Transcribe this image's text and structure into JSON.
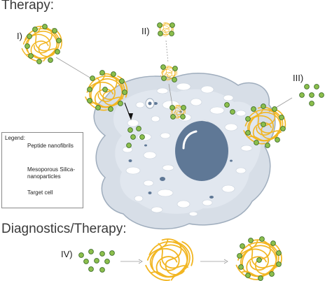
{
  "headings": {
    "therapy": "Therapy:",
    "diagnostics_therapy": "Diagnostics/Therapy:"
  },
  "labels": {
    "one": "I)",
    "two": "II)",
    "three": "III)",
    "four": "IV)"
  },
  "legend": {
    "title": "Legend:",
    "items": [
      {
        "label": "Peptide nanofibrils",
        "icon": "fibril-tangle-icon"
      },
      {
        "label_line1": "Mesoporous Silica-",
        "label_line2": "nanoparticles",
        "icon": "nanoparticle-icon"
      },
      {
        "label": "Target cell",
        "icon": "cell-icon"
      }
    ]
  },
  "colors": {
    "fibril": "#f2b622",
    "particle_fill": "#8cbf4c",
    "particle_stroke": "#3e6e2a",
    "cell_body": "#d7dee7",
    "cell_outline": "#9fadbd",
    "nucleus": "#5f7896",
    "vesicle": "#ffffff",
    "connector": "#9a9a9a"
  }
}
